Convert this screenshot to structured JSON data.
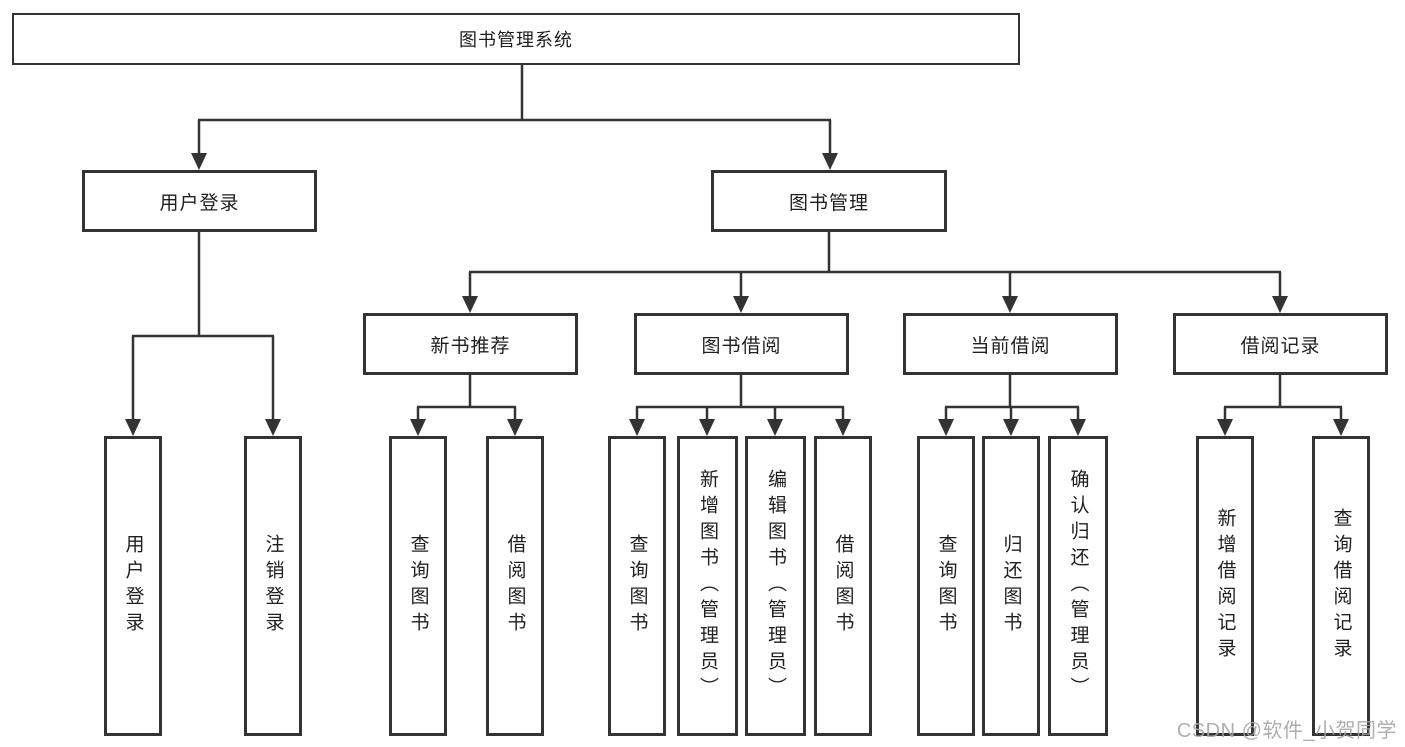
{
  "tree": {
    "label": "图书管理系统",
    "children": [
      {
        "label": "用户登录",
        "children": [
          {
            "label": "用户登录"
          },
          {
            "label": "注销登录"
          }
        ]
      },
      {
        "label": "图书管理",
        "children": [
          {
            "label": "新书推荐",
            "children": [
              {
                "label": "查询图书"
              },
              {
                "label": "借阅图书"
              }
            ]
          },
          {
            "label": "图书借阅",
            "children": [
              {
                "label": "查询图书"
              },
              {
                "label": "新增图书（管理员）"
              },
              {
                "label": "编辑图书（管理员）"
              },
              {
                "label": "借阅图书"
              }
            ]
          },
          {
            "label": "当前借阅",
            "children": [
              {
                "label": "查询图书"
              },
              {
                "label": "归还图书"
              },
              {
                "label": "确认归还（管理员）"
              }
            ]
          },
          {
            "label": "借阅记录",
            "children": [
              {
                "label": "新增借阅记录"
              },
              {
                "label": "查询借阅记录"
              }
            ]
          }
        ]
      }
    ]
  },
  "watermark": {
    "text": "CSDN @软件_小贺同学"
  },
  "colors": {
    "line": "#333333",
    "text": "#1f1f1f",
    "watermark": "#a6a6a6",
    "background": "#ffffff"
  }
}
